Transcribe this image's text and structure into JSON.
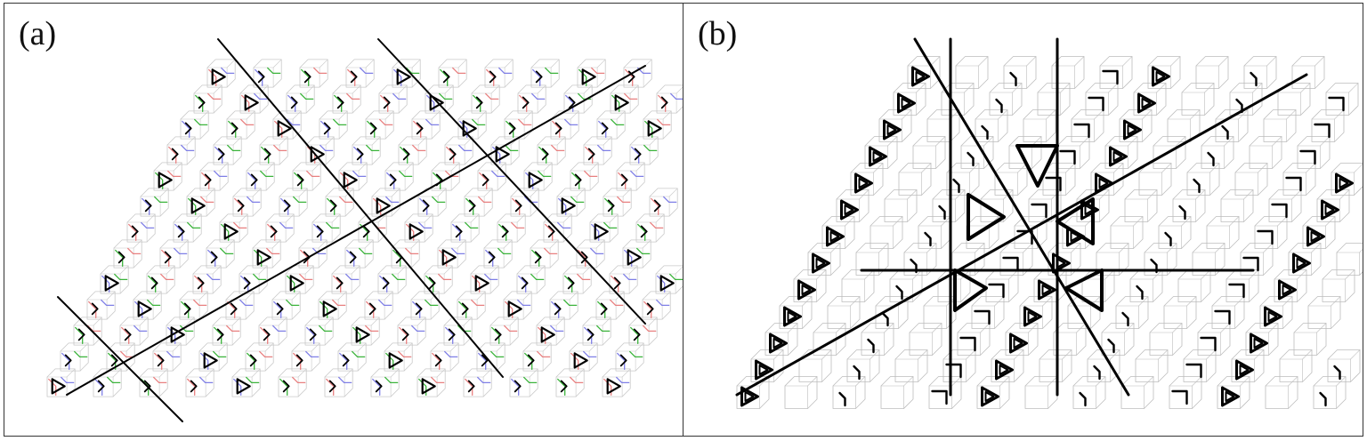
{
  "panels": [
    {
      "label": "(a)",
      "style": "planar-colored",
      "colors": {
        "grid": "#c8c8c8",
        "red": "#e88080",
        "blue": "#7f7fe6",
        "green": "#3bb33b",
        "black": "#000000"
      }
    },
    {
      "label": "(b)",
      "style": "perspective-black",
      "colors": {
        "grid": "#bdbdbd",
        "black": "#000000"
      }
    }
  ]
}
